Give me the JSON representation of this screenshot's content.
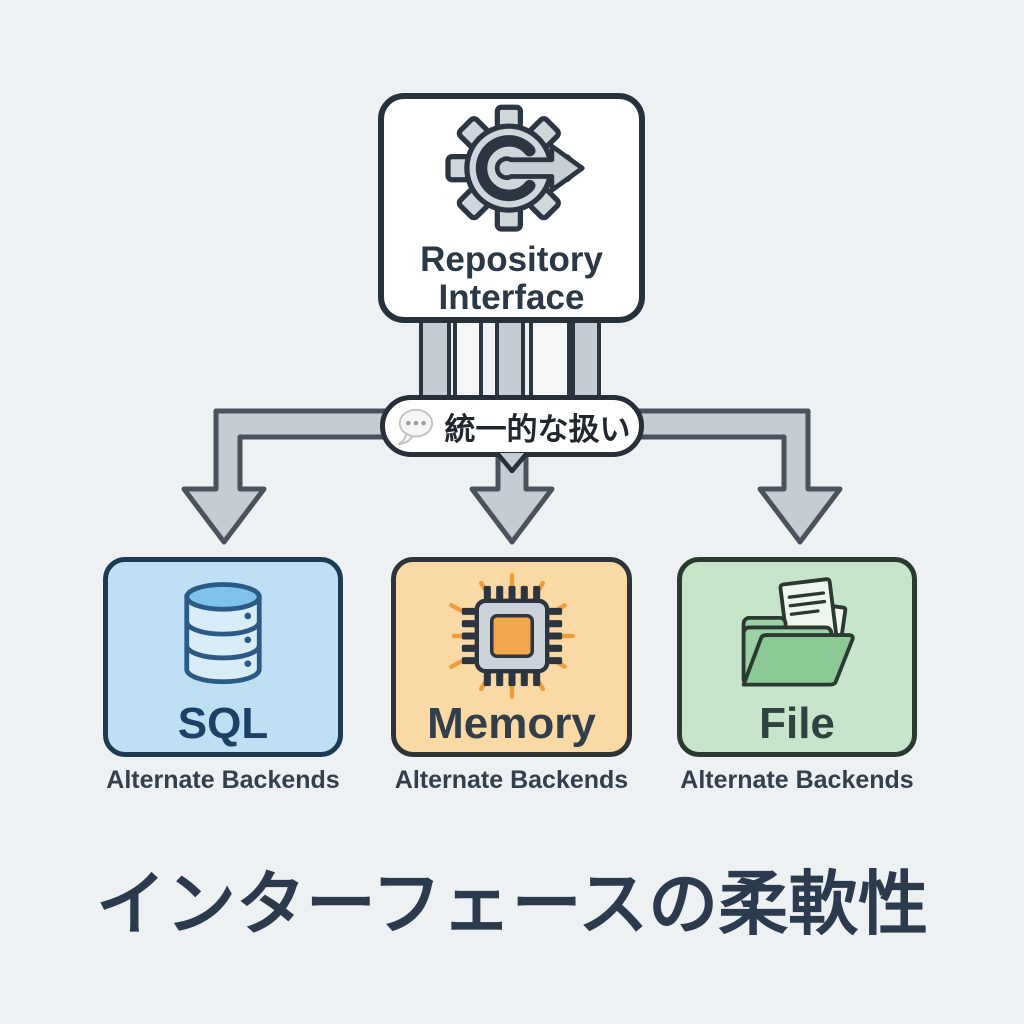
{
  "top_node": {
    "label": "Repository Interface",
    "icon": "gear-arrow-icon"
  },
  "badge": {
    "label": "統一的な扱い",
    "icon": "speech-bubble-icon"
  },
  "backends": [
    {
      "label": "SQL",
      "caption": "Alternate Backends",
      "icon": "database-icon",
      "fill": "#bfe0f4",
      "border": "#1d3a55"
    },
    {
      "label": "Memory",
      "caption": "Alternate Backends",
      "icon": "cpu-chip-icon",
      "fill": "#fbd9a4",
      "border": "#2d3338"
    },
    {
      "label": "File",
      "caption": "Alternate Backends",
      "icon": "folder-file-icon",
      "fill": "#c7e5cb",
      "border": "#2b3a31"
    }
  ],
  "title": "インターフェースの柔軟性",
  "colors": {
    "background": "#edf1f4",
    "node_border": "#27313c",
    "connector_fill": "#c5ccd3",
    "connector_light_fill": "#f4f6f8",
    "connector_stroke": "#49525d",
    "title_color": "#2b3b4d",
    "chip_accent": "#f4a64b",
    "db_accent": "#7fc2ea",
    "folder_accent": "#8cc996"
  }
}
